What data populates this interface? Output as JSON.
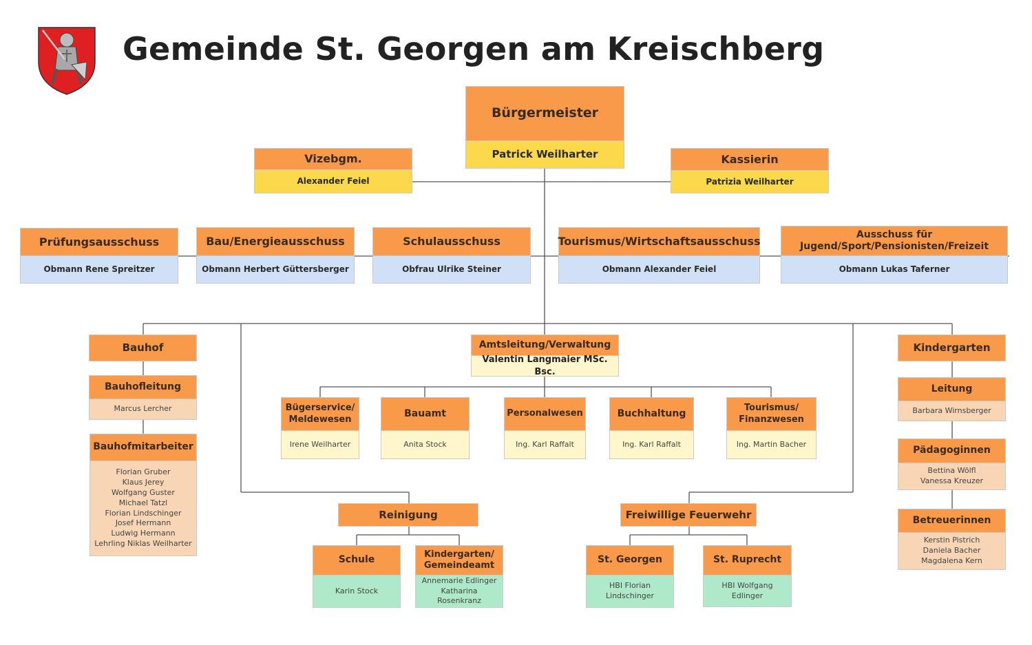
{
  "page": {
    "title": "Gemeinde St. Georgen am Kreischberg"
  },
  "colors": {
    "header_orange": "#f99a4a",
    "name_yellow": "#fbd94a",
    "name_blue": "#cfe0f7",
    "name_peach": "#f8d5b5",
    "name_cream": "#fff6cc",
    "name_green": "#aee9c9",
    "crest_red": "#e02020",
    "line": "#555555"
  },
  "icons": {
    "crest": "coat-of-arms-icon"
  },
  "leadership": {
    "mayor": {
      "role": "Bürgermeister",
      "name": "Patrick Weilharter"
    },
    "vice": {
      "role": "Vizebgm.",
      "name": "Alexander Feiel"
    },
    "treasurer": {
      "role": "Kassierin",
      "name": "Patrizia Weilharter"
    }
  },
  "committees": [
    {
      "role": "Prüfungsausschuss",
      "name": "Obmann Rene Spreitzer"
    },
    {
      "role": "Bau/Energieausschuss",
      "name": "Obmann Herbert Güttersberger"
    },
    {
      "role": "Schulausschuss",
      "name": "Obfrau Ulrike Steiner"
    },
    {
      "role": "Tourismus/Wirtschaftsausschuss",
      "name": "Obmann Alexander Feiel"
    },
    {
      "role": "Ausschuss für\nJugend/Sport/Pensionisten/Freizeit",
      "name": "Obmann Lukas Taferner"
    }
  ],
  "administration": {
    "head": {
      "role": "Amtsleitung/Verwaltung",
      "name": "Valentin Langmaier MSc. Bsc."
    },
    "departments": [
      {
        "role": "Bügerservice/\nMeldewesen",
        "name": "Irene Weilharter"
      },
      {
        "role": "Bauamt",
        "name": "Anita Stock"
      },
      {
        "role": "Personalwesen",
        "name": "Ing. Karl Raffalt"
      },
      {
        "role": "Buchhaltung",
        "name": "Ing. Karl Raffalt"
      },
      {
        "role": "Tourismus/\nFinanzwesen",
        "name": "Ing. Martin Bacher"
      }
    ]
  },
  "bauhof": {
    "title": "Bauhof",
    "lead": {
      "role": "Bauhofleitung",
      "name": "Marcus Lercher"
    },
    "staff": {
      "role": "Bauhofmitarbeiter",
      "names": "Florian Gruber\nKlaus Jerey\nWolfgang Guster\nMichael Tatzl\nFlorian Lindschinger\nJosef Hermann\nLudwig Hermann\nLehrling Niklas Weilharter"
    }
  },
  "kindergarten": {
    "title": "Kindergarten",
    "lead": {
      "role": "Leitung",
      "name": "Barbara Wirnsberger"
    },
    "teachers": {
      "role": "Pädagoginnen",
      "names": "Bettina Wölfl\nVanessa Kreuzer"
    },
    "carers": {
      "role": "Betreuerinnen",
      "names": "Kerstin Pistrich\nDaniela Bacher\nMagdalena Kern"
    }
  },
  "cleaning": {
    "title": "Reinigung",
    "school": {
      "role": "Schule",
      "name": "Karin Stock"
    },
    "kindergarten": {
      "role": "Kindergarten/\nGemeindeamt",
      "names": "Annemarie Edlinger\nKatharina Rosenkranz"
    }
  },
  "firebrigade": {
    "title": "Freiwillige Feuerwehr",
    "st_georgen": {
      "role": "St. Georgen",
      "name": "HBI Florian\nLindschinger"
    },
    "st_ruprecht": {
      "role": "St. Ruprecht",
      "name": "HBI Wolfgang Edlinger"
    }
  }
}
